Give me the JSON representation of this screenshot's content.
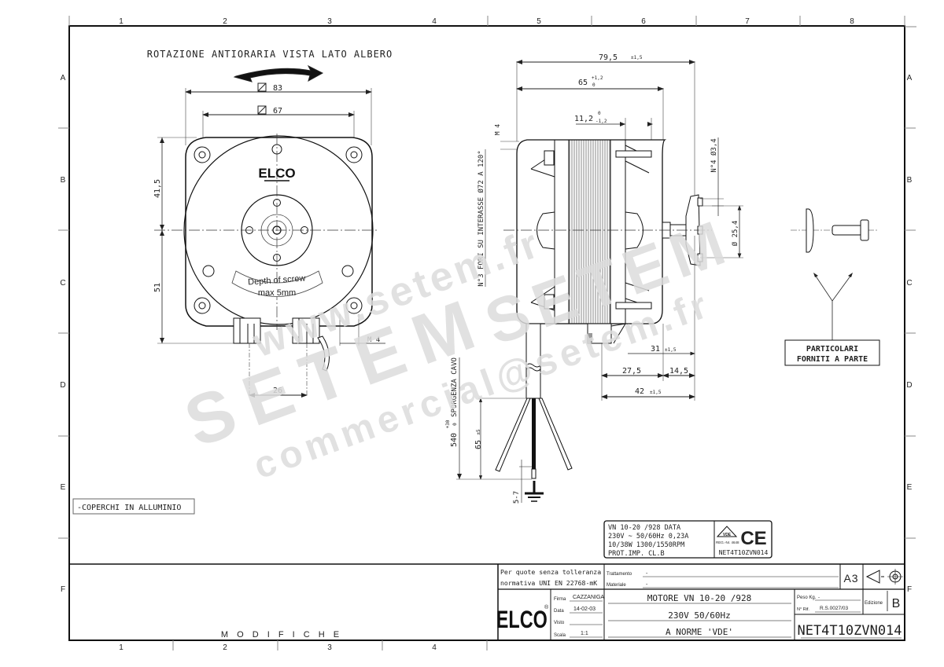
{
  "sheet": {
    "columns": [
      "1",
      "2",
      "3",
      "4",
      "5",
      "6",
      "7",
      "8"
    ],
    "rows": [
      "A",
      "B",
      "C",
      "D",
      "E",
      "F"
    ]
  },
  "front_view": {
    "rotation_note": "ROTAZIONE ANTIORARIA VISTA LATO ALBERO",
    "dim_83": "83",
    "dim_67": "67",
    "dim_41_5": "41,5",
    "dim_51": "51",
    "dim_26": "26",
    "dim_m4": "M 4",
    "logo": "ELCO",
    "screw_label_line1": "Depth of screw",
    "screw_label_line2": "max 5mm"
  },
  "side_view": {
    "dim_79_5": "79,5",
    "dim_79_5_tol": "±1,5",
    "dim_65": "65",
    "dim_65_tol_up": "+1,2",
    "dim_65_tol_dn": "0",
    "dim_11_2": "11,2",
    "dim_11_2_tol_up": "0",
    "dim_11_2_tol_dn": "-1,2",
    "dim_m4": "M 4",
    "holes_note": "N°3 FORI SU INTERASSE Ø72 A 120°",
    "dim_holes_4": "N°4 Ø3,4",
    "dim_25_4": "Ø 25,4",
    "dim_31": "31",
    "dim_31_tol": "±1,5",
    "dim_27_5": "27,5",
    "dim_14_5": "14,5",
    "dim_42": "42",
    "dim_42_tol": "±1,5",
    "cable_label": "SPORGENZA CAVO",
    "cable_540": "540",
    "cable_540_tol_up": "+30",
    "cable_540_tol_dn": "0",
    "cable_65": "65",
    "cable_65_tol": "±5",
    "cable_5_7": "5-7"
  },
  "parts": {
    "label_line1": "PARTICOLARI",
    "label_line2": "FORNITI A PARTE"
  },
  "note_box": "-COPERCHI IN ALLUMINIO",
  "nameplate": {
    "line1": "VN 10-20      /928    DATA",
    "line2": "230V ~ 50/60Hz   0,23A",
    "line3": "10/38W   1300/1550RPM",
    "line4": "PROT.IMP.   CL.B",
    "vde": "VDE",
    "reg": "REG.-Nr. 4648",
    "ce": "CE",
    "code": "NET4T10ZVN014"
  },
  "modifiche_label": "M O D I F I C H E",
  "title_block": {
    "tolerance_line1": "Per quote senza tolleranza",
    "tolerance_line2": "normativa UNI EN 22768-mK",
    "trattamento_label": "Trattamento",
    "trattamento_value": "-",
    "materiale_label": "Materiale",
    "materiale_value": "-",
    "format": "A3",
    "logo": "ELCO",
    "firma_label": "Firma",
    "firma_value": "CAZZANIGA",
    "data_label": "Data",
    "data_value": "14-02-03",
    "visto_label": "Visto",
    "visto_value": "",
    "scala_label": "Scala",
    "scala_value": "1:1",
    "title_line1": "MOTORE VN 10-20 /928",
    "title_line2": "230V    50/60Hz",
    "title_line3": "A NORME 'VDE'",
    "peso_label": "Peso Kg.",
    "peso_value": "-",
    "rif_label": "N° Rif.",
    "rif_value": "R.S.0027/03",
    "edizione_label": "Edizione",
    "edizione_value": "B",
    "drawing_code": "NET4T10ZVN014"
  },
  "watermark": {
    "line1": "www.setem.fr",
    "line2": "SETEM",
    "line3": "commercial@setem.fr",
    "line4": "SETEM"
  }
}
